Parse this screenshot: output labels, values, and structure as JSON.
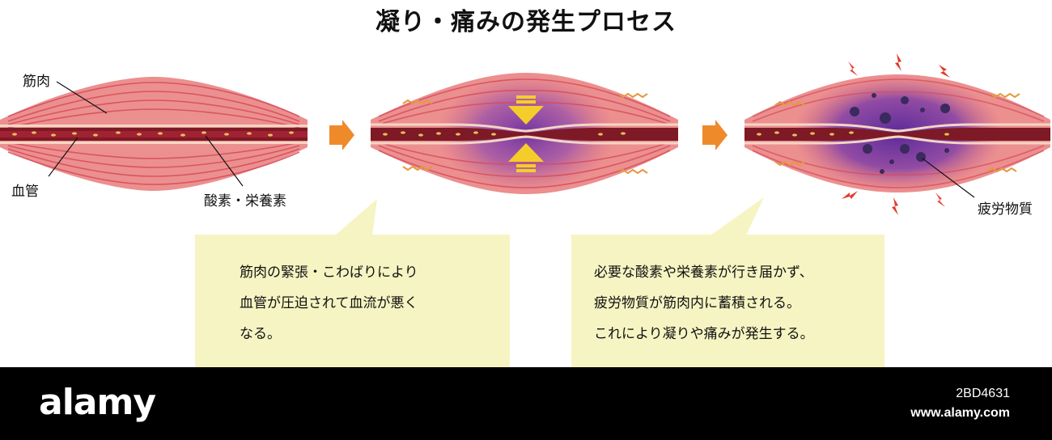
{
  "title": "凝り・痛みの発生プロセス",
  "labels": {
    "muscle": "筋肉",
    "vessel": "血管",
    "nutrients": "酸素・栄養素",
    "fatigue": "疲労物質"
  },
  "box1": {
    "line1": "筋肉の緊張・こわばりにより",
    "line2": "血管が圧迫されて血流が悪く",
    "line3": "なる。"
  },
  "box2": {
    "line1": "必要な酸素や栄養素が行き届かず、",
    "line2": "疲労物質が筋肉内に蓄積される。",
    "line3": "これにより凝りや痛みが発生する。"
  },
  "footer": {
    "brand": "alamy",
    "image_id": "2BD4631",
    "site": "www.alamy.com"
  },
  "colors": {
    "muscle": "#ec8f8f",
    "muscle_fiber": "#d54a5a",
    "vessel": "#8c1d2b",
    "nutrient": "#e7c05a",
    "arrow": "#ee8a2a",
    "pressure_arrow": "#f5cd2a",
    "fatigue_glow": "#7b3ea6",
    "fatigue_dot": "#3b2a5e",
    "pain_bolt": "#e23b2e",
    "tremor": "#e59a3c",
    "box": "#f6f4c2",
    "footer": "#000000"
  }
}
